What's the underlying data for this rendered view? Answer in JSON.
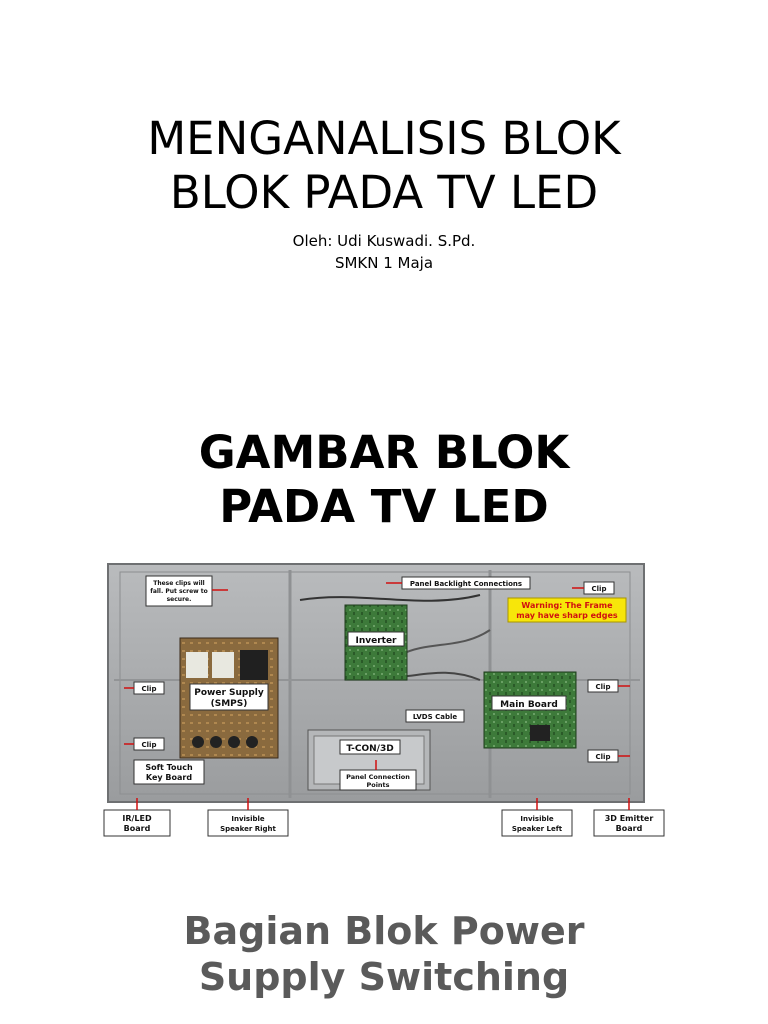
{
  "slide1": {
    "title": "MENGANALISIS BLOK\nBLOK PADA TV LED",
    "author": "Oleh: Udi Kuswadi. S.Pd.",
    "school": "SMKN 1 Maja"
  },
  "slide2": {
    "title": "GAMBAR BLOK\nPADA TV LED",
    "photo_labels": {
      "clips_note_1": "These clips will",
      "clips_note_2": "fall. Put screw to",
      "clips_note_3": "secure.",
      "panel_backlight": "Panel Backlight Connections",
      "clip": "Clip",
      "warning_1": "Warning: The Frame",
      "warning_2": "may have sharp edges",
      "inverter": "Inverter",
      "power_supply_1": "Power Supply",
      "power_supply_2": "(SMPS)",
      "main_board": "Main Board",
      "lvds_cable": "LVDS Cable",
      "tcon": "T-CON/3D",
      "soft_touch_1": "Soft Touch",
      "soft_touch_2": "Key Board",
      "panel_connection_1": "Panel Connection",
      "panel_connection_2": "Points",
      "ir_led_1": "IR/LED",
      "ir_led_2": "Board",
      "speaker_right_1": "Invisible",
      "speaker_right_2": "Speaker Right",
      "speaker_left_1": "Invisible",
      "speaker_left_2": "Speaker Left",
      "emitter_1": "3D Emitter",
      "emitter_2": "Board"
    }
  },
  "slide3": {
    "title": "Bagian Blok Power\nSupply Switching"
  },
  "colors": {
    "chassis": "#a9abac",
    "board_green": "#3f7a3c",
    "warning_yellow": "#f7e60a",
    "warning_red": "#d01010",
    "heading3_gray": "#5a5a5a"
  }
}
